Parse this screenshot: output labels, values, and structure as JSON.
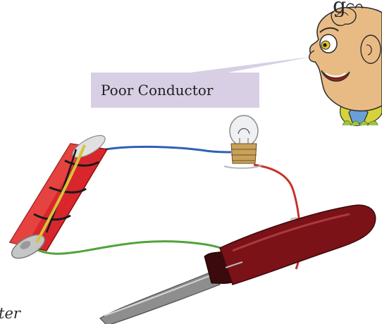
{
  "labels": {
    "speech_label": "Poor Conductor",
    "bottom_text_fragment": "ter",
    "top_text_fragment": "g"
  },
  "icons": {
    "battery": "battery-icon",
    "bulb": "light-bulb-icon",
    "screwdriver": "screwdriver-icon",
    "character": "cartoon-boy-icon"
  },
  "colors": {
    "speech_box": "#d8cfe5",
    "battery_red": "#d8262c",
    "wire_blue": "#2f5fb8",
    "wire_green": "#4fa33a",
    "wire_red": "#c8322c",
    "screwdriver_handle": "#7a1218"
  }
}
